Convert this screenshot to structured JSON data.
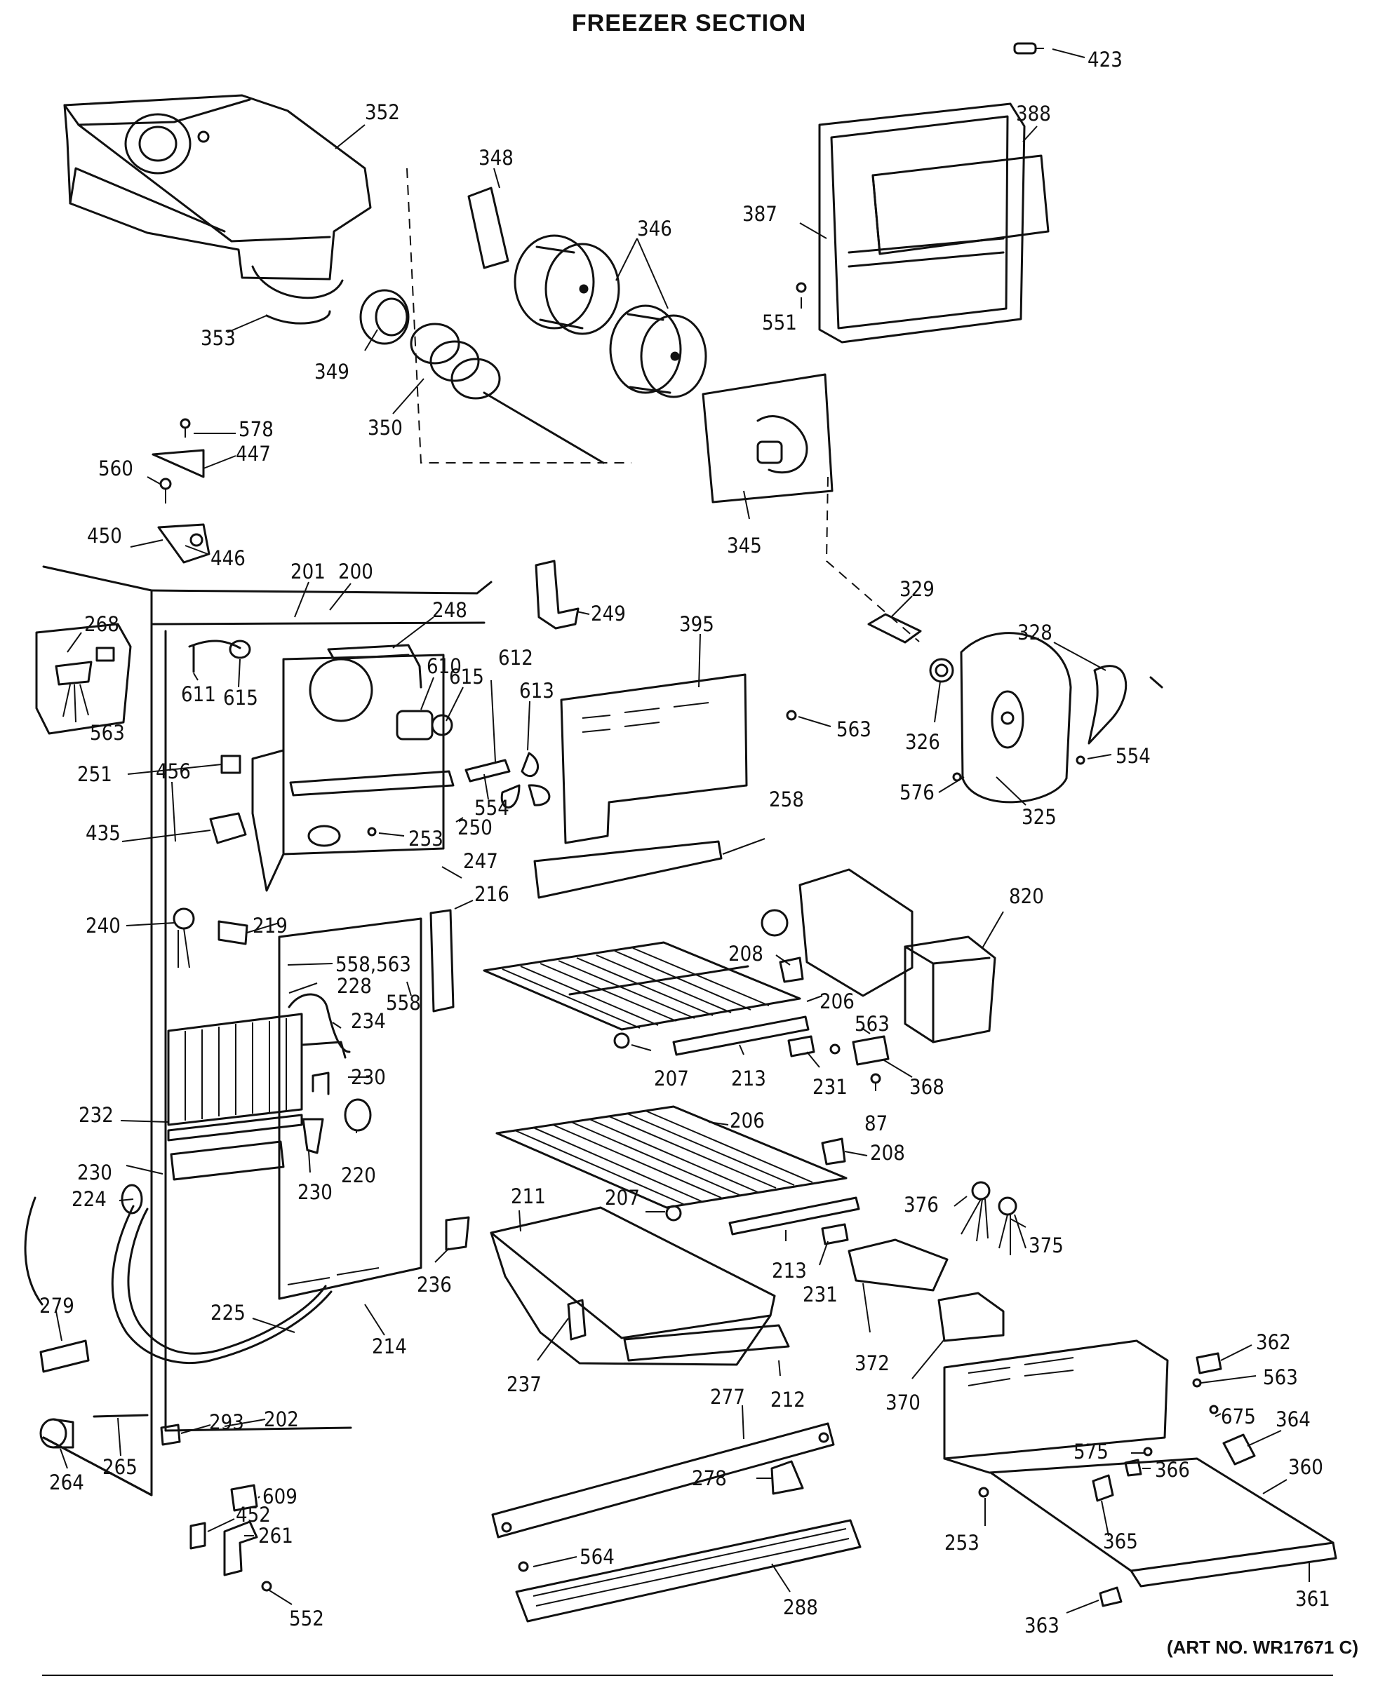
{
  "header": {
    "title_top": "",
    "title": "FREEZER SECTION"
  },
  "footer": {
    "art_no": "(ART NO. WR17671 C)",
    "bottom_partial": ""
  },
  "diagram": {
    "part_labels": [
      {
        "id": "lbl-423",
        "text": "423"
      },
      {
        "id": "lbl-352",
        "text": "352"
      },
      {
        "id": "lbl-388",
        "text": "388"
      },
      {
        "id": "lbl-348",
        "text": "348"
      },
      {
        "id": "lbl-387",
        "text": "387"
      },
      {
        "id": "lbl-346",
        "text": "346"
      },
      {
        "id": "lbl-551",
        "text": "551"
      },
      {
        "id": "lbl-353",
        "text": "353"
      },
      {
        "id": "lbl-349",
        "text": "349"
      },
      {
        "id": "lbl-350",
        "text": "350"
      },
      {
        "id": "lbl-578",
        "text": "578"
      },
      {
        "id": "lbl-447",
        "text": "447"
      },
      {
        "id": "lbl-560",
        "text": "560"
      },
      {
        "id": "lbl-345",
        "text": "345"
      },
      {
        "id": "lbl-450",
        "text": "450"
      },
      {
        "id": "lbl-446",
        "text": "446"
      },
      {
        "id": "lbl-201",
        "text": "201"
      },
      {
        "id": "lbl-200",
        "text": "200"
      },
      {
        "id": "lbl-329",
        "text": "329"
      },
      {
        "id": "lbl-268",
        "text": "268"
      },
      {
        "id": "lbl-248",
        "text": "248"
      },
      {
        "id": "lbl-249",
        "text": "249"
      },
      {
        "id": "lbl-395",
        "text": "395"
      },
      {
        "id": "lbl-328",
        "text": "328"
      },
      {
        "id": "lbl-610",
        "text": "610"
      },
      {
        "id": "lbl-612",
        "text": "612"
      },
      {
        "id": "lbl-615a",
        "text": "615"
      },
      {
        "id": "lbl-613",
        "text": "613"
      },
      {
        "id": "lbl-611",
        "text": "611"
      },
      {
        "id": "lbl-615b",
        "text": "615"
      },
      {
        "id": "lbl-563a",
        "text": "563"
      },
      {
        "id": "lbl-563b",
        "text": "563"
      },
      {
        "id": "lbl-326",
        "text": "326"
      },
      {
        "id": "lbl-554a",
        "text": "554"
      },
      {
        "id": "lbl-251",
        "text": "251"
      },
      {
        "id": "lbl-456",
        "text": "456"
      },
      {
        "id": "lbl-554b",
        "text": "554"
      },
      {
        "id": "lbl-576",
        "text": "576"
      },
      {
        "id": "lbl-325",
        "text": "325"
      },
      {
        "id": "lbl-258",
        "text": "258"
      },
      {
        "id": "lbl-250",
        "text": "250"
      },
      {
        "id": "lbl-435",
        "text": "435"
      },
      {
        "id": "lbl-253a",
        "text": "253"
      },
      {
        "id": "lbl-247",
        "text": "247"
      },
      {
        "id": "lbl-216",
        "text": "216"
      },
      {
        "id": "lbl-820",
        "text": "820"
      },
      {
        "id": "lbl-240",
        "text": "240"
      },
      {
        "id": "lbl-219",
        "text": "219"
      },
      {
        "id": "lbl-558-563",
        "text": "558,563"
      },
      {
        "id": "lbl-228",
        "text": "228"
      },
      {
        "id": "lbl-558",
        "text": "558"
      },
      {
        "id": "lbl-208a",
        "text": "208"
      },
      {
        "id": "lbl-206a",
        "text": "206"
      },
      {
        "id": "lbl-234",
        "text": "234"
      },
      {
        "id": "lbl-563c",
        "text": "563"
      },
      {
        "id": "lbl-207a",
        "text": "207"
      },
      {
        "id": "lbl-213a",
        "text": "213"
      },
      {
        "id": "lbl-230a",
        "text": "230"
      },
      {
        "id": "lbl-231a",
        "text": "231"
      },
      {
        "id": "lbl-368",
        "text": "368"
      },
      {
        "id": "lbl-87",
        "text": "87"
      },
      {
        "id": "lbl-232",
        "text": "232"
      },
      {
        "id": "lbl-206b",
        "text": "206"
      },
      {
        "id": "lbl-220",
        "text": "220"
      },
      {
        "id": "lbl-208b",
        "text": "208"
      },
      {
        "id": "lbl-230b",
        "text": "230"
      },
      {
        "id": "lbl-230c",
        "text": "230"
      },
      {
        "id": "lbl-224",
        "text": "224"
      },
      {
        "id": "lbl-211",
        "text": "211"
      },
      {
        "id": "lbl-207b",
        "text": "207"
      },
      {
        "id": "lbl-376",
        "text": "376"
      },
      {
        "id": "lbl-375",
        "text": "375"
      },
      {
        "id": "lbl-213b",
        "text": "213"
      },
      {
        "id": "lbl-236",
        "text": "236"
      },
      {
        "id": "lbl-231b",
        "text": "231"
      },
      {
        "id": "lbl-279",
        "text": "279"
      },
      {
        "id": "lbl-225",
        "text": "225"
      },
      {
        "id": "lbl-214",
        "text": "214"
      },
      {
        "id": "lbl-372",
        "text": "372"
      },
      {
        "id": "lbl-237",
        "text": "237"
      },
      {
        "id": "lbl-212",
        "text": "212"
      },
      {
        "id": "lbl-362",
        "text": "362"
      },
      {
        "id": "lbl-563d",
        "text": "563"
      },
      {
        "id": "lbl-370",
        "text": "370"
      },
      {
        "id": "lbl-202",
        "text": "202"
      },
      {
        "id": "lbl-293",
        "text": "293"
      },
      {
        "id": "lbl-277",
        "text": "277"
      },
      {
        "id": "lbl-675",
        "text": "675"
      },
      {
        "id": "lbl-364",
        "text": "364"
      },
      {
        "id": "lbl-265",
        "text": "265"
      },
      {
        "id": "lbl-264",
        "text": "264"
      },
      {
        "id": "lbl-609",
        "text": "609"
      },
      {
        "id": "lbl-360",
        "text": "360"
      },
      {
        "id": "lbl-575",
        "text": "575"
      },
      {
        "id": "lbl-452",
        "text": "452"
      },
      {
        "id": "lbl-261",
        "text": "261"
      },
      {
        "id": "lbl-278",
        "text": "278"
      },
      {
        "id": "lbl-366",
        "text": "366"
      },
      {
        "id": "lbl-564",
        "text": "564"
      },
      {
        "id": "lbl-253b",
        "text": "253"
      },
      {
        "id": "lbl-365",
        "text": "365"
      },
      {
        "id": "lbl-552",
        "text": "552"
      },
      {
        "id": "lbl-288",
        "text": "288"
      },
      {
        "id": "lbl-363",
        "text": "363"
      },
      {
        "id": "lbl-361",
        "text": "361"
      }
    ]
  }
}
